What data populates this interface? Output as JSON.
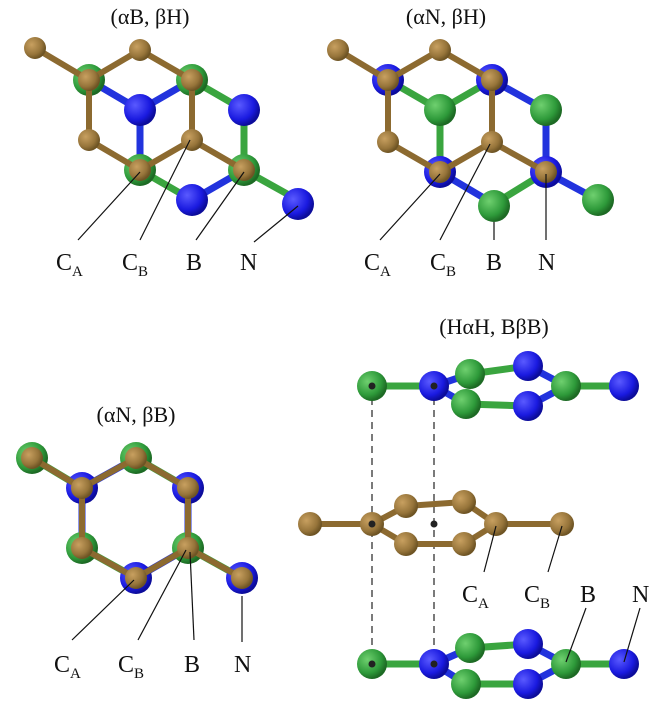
{
  "panels": {
    "p1": {
      "title": "(αB, βH)",
      "labels": {
        "ca_main": "C",
        "ca_sub": "A",
        "cb_main": "C",
        "cb_sub": "B",
        "b": "B",
        "n": "N"
      }
    },
    "p2": {
      "title": "(αN, βH)",
      "labels": {
        "ca_main": "C",
        "ca_sub": "A",
        "cb_main": "C",
        "cb_sub": "B",
        "b": "B",
        "n": "N"
      }
    },
    "p3": {
      "title": "(αN, βB)",
      "labels": {
        "ca_main": "C",
        "ca_sub": "A",
        "cb_main": "C",
        "cb_sub": "B",
        "b": "B",
        "n": "N"
      }
    },
    "p4": {
      "title": "(HαH, BβB)",
      "labels": {
        "ca_main": "C",
        "ca_sub": "A",
        "cb_main": "C",
        "cb_sub": "B",
        "b": "B",
        "n": "N"
      }
    }
  },
  "colors": {
    "carbon": "#9c7a3c",
    "carbon_dark": "#6e5424",
    "boron": "#2f9a3b",
    "boron_light": "#56c45e",
    "nitrogen": "#1a1ae0",
    "nitrogen_light": "#4a4aff",
    "bond_carbon": "#8c6a30",
    "bond_bn_green": "#3aa53f",
    "bond_bn_blue": "#2233dd"
  }
}
